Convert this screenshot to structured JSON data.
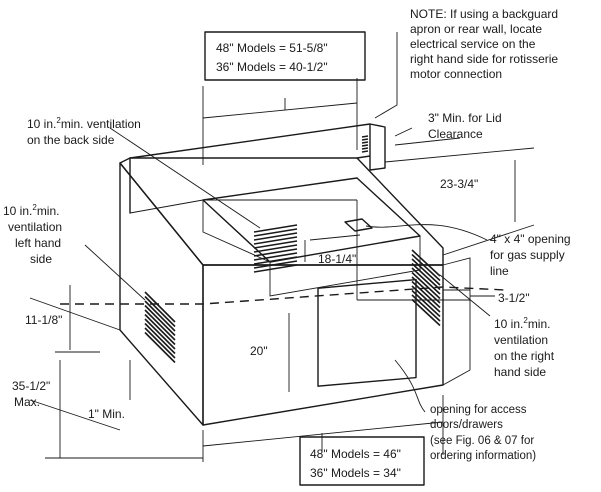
{
  "note": {
    "lines": [
      "NOTE: If using a backguard",
      "apron or rear wall, locate",
      "electrical service on the",
      "right hand side for rotisserie",
      "motor connection"
    ]
  },
  "top_width_box": {
    "lines": [
      "48\" Models = 51-5/8\"",
      "36\" Models = 40-1/2\""
    ]
  },
  "bottom_width_box": {
    "lines": [
      "48\" Models = 46\"",
      "36\" Models = 34\""
    ]
  },
  "labels": {
    "vent_back": [
      "10 in.",
      "min. ventilation",
      "on the back side"
    ],
    "vent_left": [
      "10 in.",
      "min.",
      "ventilation",
      "left hand",
      "side"
    ],
    "vent_right": [
      "10 in.",
      "min.",
      "ventilation",
      "on the right",
      "hand side"
    ],
    "superscript": "2",
    "lid_clearance": [
      "3\" Min. for Lid",
      "Clearance"
    ],
    "gas_opening": [
      "4\" x 4\" opening",
      "for gas supply",
      "line"
    ],
    "access_opening": [
      "opening for access",
      "doors/drawers",
      "(see Fig. 06 & 07 for",
      "ordering information)"
    ]
  },
  "dimensions": {
    "depth": "23-3/4\"",
    "grill_cutout_depth": "18-1/4\"",
    "side_offset": "3-1/2\"",
    "cutout_height_above": "11-1/8\"",
    "access_height": "20\"",
    "total_height": "35-1/2\"",
    "total_height_qualifier": "Max.",
    "bottom_clearance": "1\" Min."
  }
}
